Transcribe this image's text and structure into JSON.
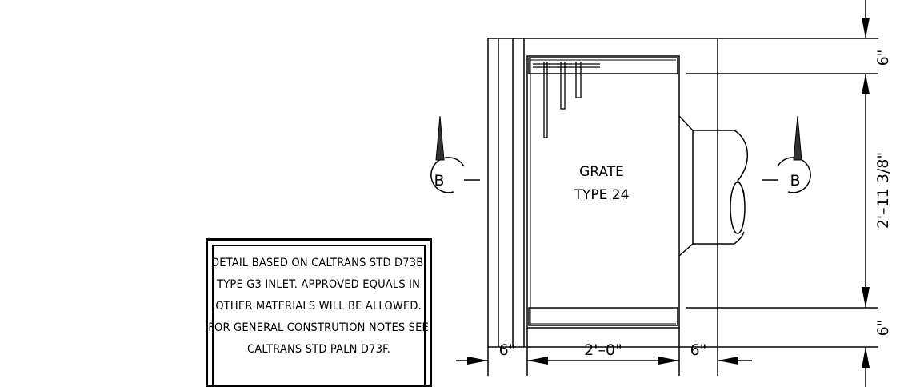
{
  "grate_label": [
    "GRATE",
    "TYPE 24"
  ],
  "section_markers": {
    "left": "B",
    "right": "B"
  },
  "dimensions": {
    "bottom_left": "6\"",
    "bottom_center": "2'–0\"",
    "bottom_right": "6\"",
    "right_top": "6\"",
    "right_middle": "2'–11 3/8\"",
    "right_bottom": "6\""
  },
  "note_lines": [
    "DETAIL BASED ON CALTRANS STD D73B,",
    "TYPE G3 INLET. APPROVED EQUALS IN",
    "OTHER MATERIALS WILL BE ALLOWED.",
    "FOR GENERAL CONSTRUTION NOTES SEE",
    "CALTRANS STD PALN D73F."
  ]
}
